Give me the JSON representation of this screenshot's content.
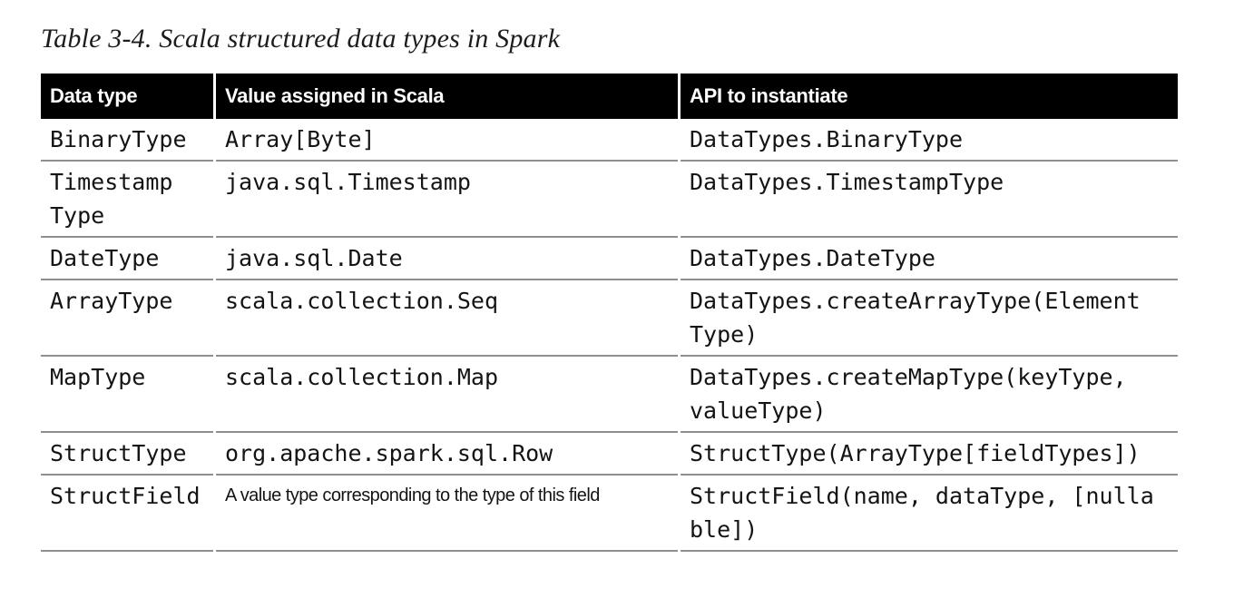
{
  "title": "Table 3-4. Scala structured data types in Spark",
  "table": {
    "columns": [
      {
        "label": "Data type"
      },
      {
        "label": "Value assigned in Scala"
      },
      {
        "label": "API to instantiate"
      }
    ],
    "header_bg": "#000000",
    "header_text_color": "#ffffff",
    "row_divider_color": "#8f8f8f",
    "rows": [
      {
        "data_type": "BinaryType",
        "value": "Array[Byte]",
        "api": "DataTypes.BinaryType"
      },
      {
        "data_type": "Timestamp\nType",
        "value": "java.sql.Timestamp",
        "api": "DataTypes.TimestampType"
      },
      {
        "data_type": "DateType",
        "value": "java.sql.Date",
        "api": "DataTypes.DateType"
      },
      {
        "data_type": "ArrayType",
        "value": "scala.collection.Seq",
        "api": "DataTypes.createArrayType(Element\nType)"
      },
      {
        "data_type": "MapType",
        "value": "scala.collection.Map",
        "api": "DataTypes.createMapType(keyType,\nvalueType)"
      },
      {
        "data_type": "StructType",
        "value": "org.apache.spark.sql.Row",
        "api": "StructType(ArrayType[fieldTypes])"
      },
      {
        "data_type": "StructField",
        "value": "A value type corresponding to the type of this field",
        "api": "StructField(name, dataType, [nulla\nble])"
      }
    ]
  }
}
